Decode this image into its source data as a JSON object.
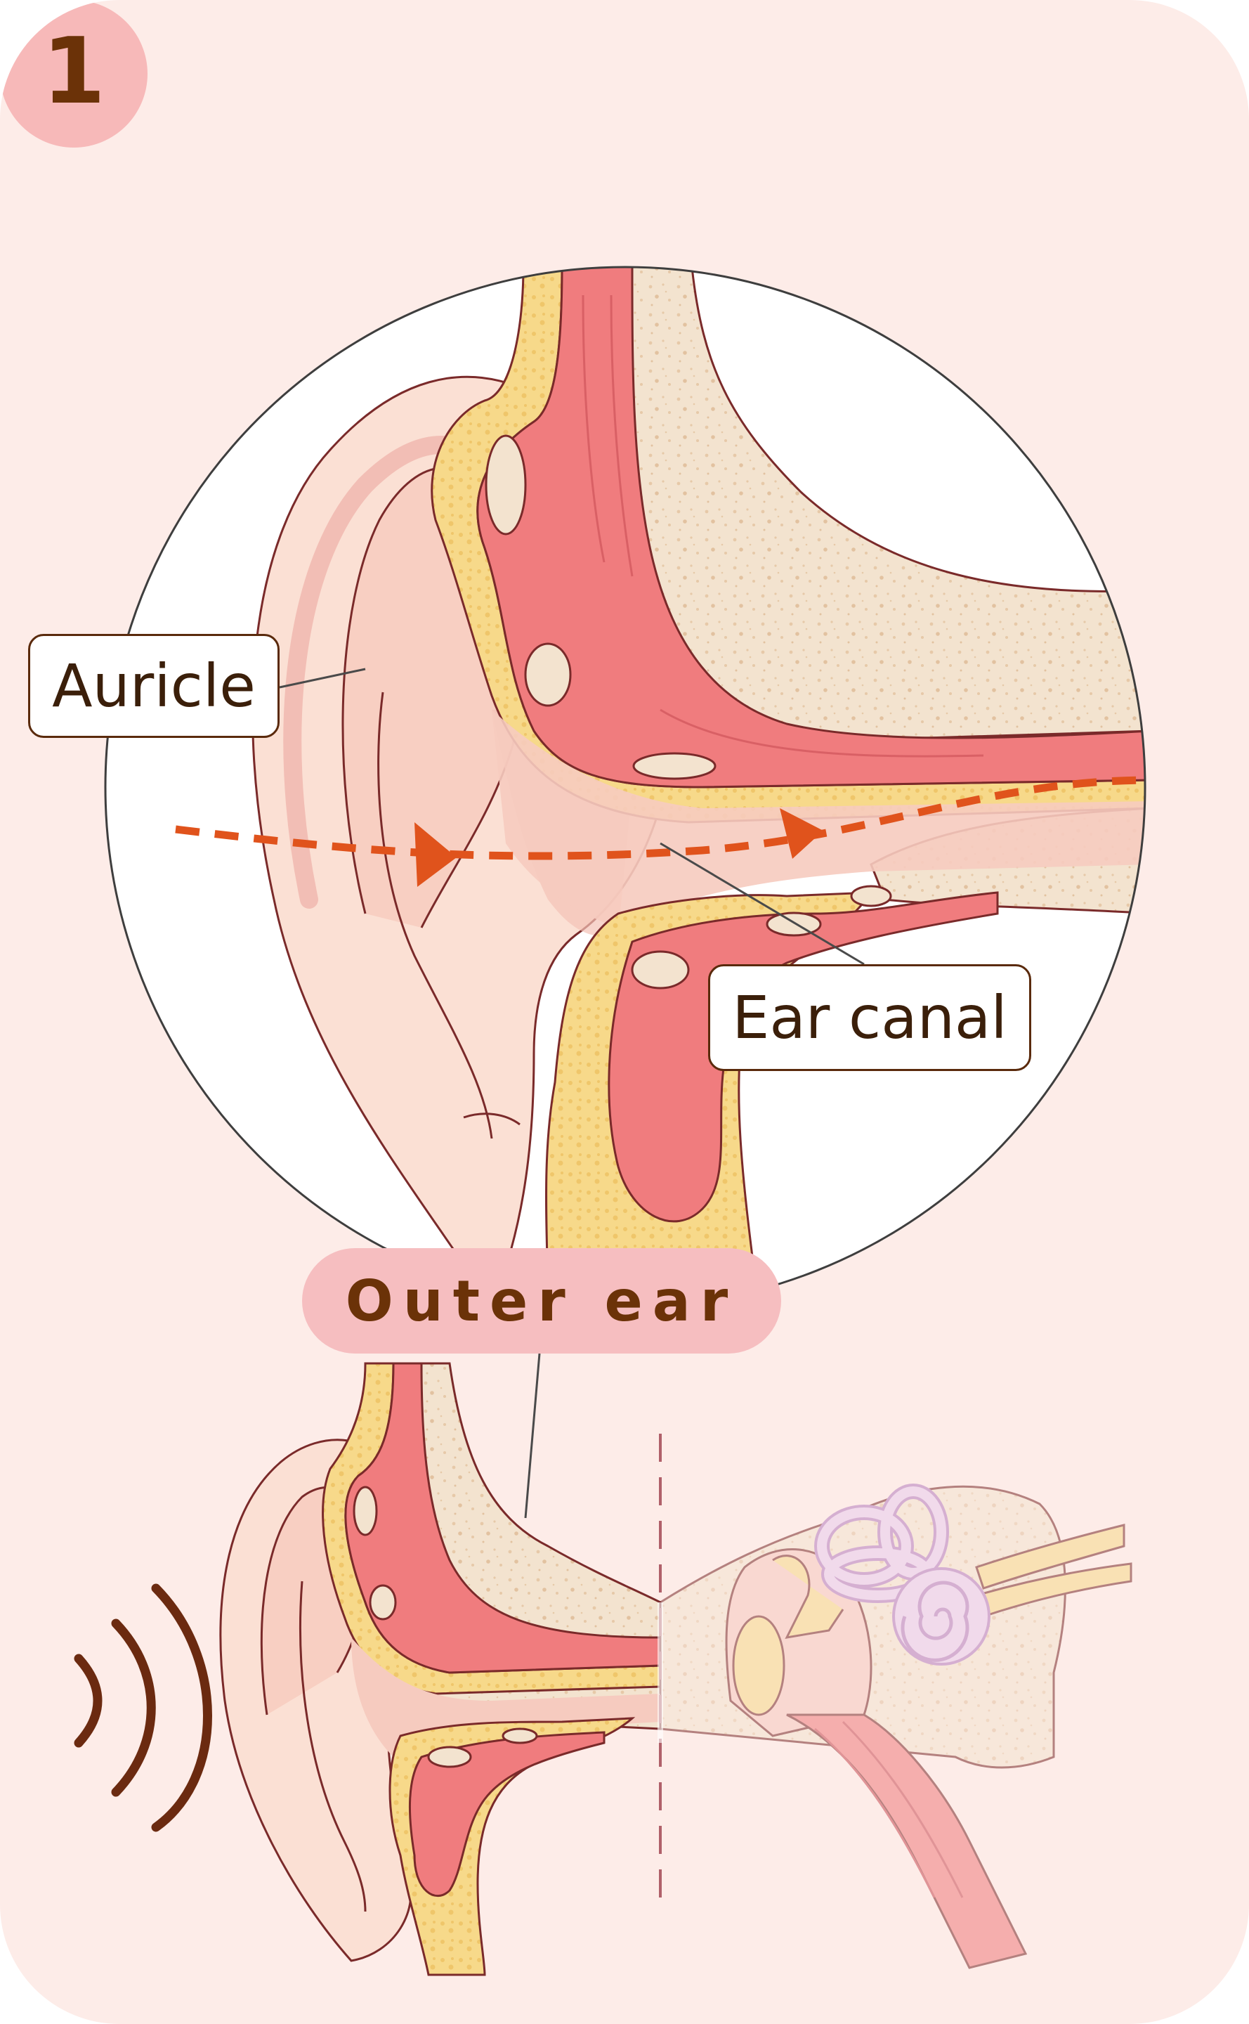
{
  "step_badge": {
    "number": "1"
  },
  "labels": {
    "auricle": "Auricle",
    "ear_canal": "Ear canal"
  },
  "section_title": "Outer ear",
  "icons": {
    "sound_waves": "sound-waves-icon",
    "flow_arrow": "sound-direction-arrow"
  },
  "colors": {
    "card_background": "#fdece8",
    "badge": "#f7b9b9",
    "title_pill": "#f6bec0",
    "text_brown": "#6b3208",
    "arrow_orange": "#e0531c",
    "cartilage_red": "#f07c7e",
    "fat_yellow": "#f7d98a",
    "bone_beige": "#f3e3cf",
    "skin_pink": "#fde0d5",
    "cochlea_lilac": "#e8cdee"
  }
}
